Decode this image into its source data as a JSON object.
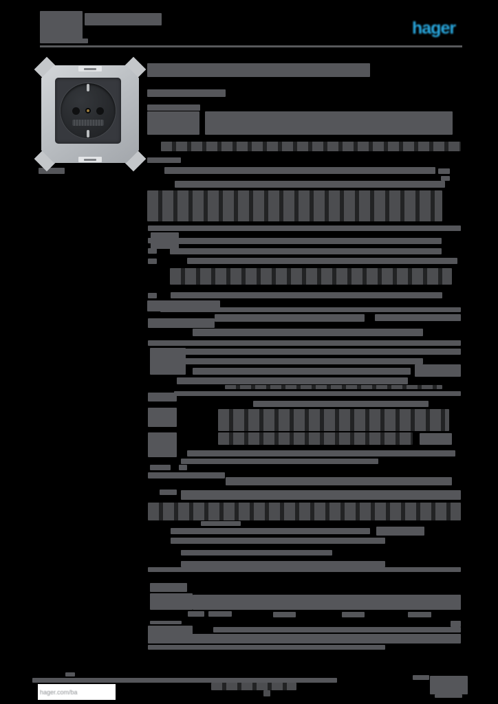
{
  "colors": {
    "background": "#000000",
    "redaction": "#55565A",
    "redaction_soft": "#4C4D50",
    "rule": "#58595B",
    "accent": "#29A9E0",
    "link_color": "#8F9295"
  },
  "header": {
    "logo_text": "hager"
  },
  "footer": {
    "link_text": "hager.com/ba"
  },
  "redactions": {
    "bars": [
      [
        58,
        16,
        62,
        43,
        1
      ],
      [
        123,
        19,
        112,
        18,
        1
      ],
      [
        58,
        56,
        70,
        7,
        1
      ],
      [
        56,
        244,
        38,
        9,
        1
      ],
      [
        214,
        92,
        324,
        20,
        1
      ],
      [
        214,
        130,
        114,
        11,
        1
      ],
      [
        214,
        152,
        77,
        9,
        1
      ],
      [
        214,
        162,
        76,
        34,
        1
      ],
      [
        298,
        162,
        360,
        34,
        1
      ],
      [
        234,
        206,
        436,
        14,
        2
      ],
      [
        214,
        229,
        49,
        8,
        1
      ],
      [
        239,
        243,
        394,
        10,
        1
      ],
      [
        637,
        245,
        17,
        8,
        1
      ],
      [
        641,
        256,
        13,
        7,
        1
      ],
      [
        254,
        263,
        393,
        10,
        1
      ],
      [
        214,
        277,
        429,
        45,
        2
      ],
      [
        215,
        328,
        455,
        8,
        1
      ],
      [
        219,
        338,
        41,
        24,
        1
      ],
      [
        215,
        346,
        13,
        8,
        1
      ],
      [
        247,
        346,
        395,
        9,
        1
      ],
      [
        215,
        361,
        13,
        8,
        1
      ],
      [
        247,
        361,
        395,
        9,
        1
      ],
      [
        215,
        376,
        13,
        8,
        1
      ],
      [
        272,
        375,
        393,
        9,
        1
      ],
      [
        247,
        390,
        410,
        24,
        2
      ],
      [
        215,
        426,
        13,
        8,
        1
      ],
      [
        248,
        425,
        395,
        9,
        1
      ],
      [
        214,
        437,
        106,
        16,
        1
      ],
      [
        233,
        447,
        437,
        7,
        1
      ],
      [
        312,
        457,
        218,
        11,
        1
      ],
      [
        545,
        457,
        125,
        10,
        1
      ],
      [
        215,
        463,
        97,
        14,
        1
      ],
      [
        280,
        478,
        335,
        11,
        1
      ],
      [
        215,
        495,
        455,
        8,
        1
      ],
      [
        218,
        506,
        52,
        39,
        1
      ],
      [
        265,
        507,
        405,
        9,
        1
      ],
      [
        265,
        521,
        350,
        9,
        1
      ],
      [
        280,
        535,
        317,
        10,
        1
      ],
      [
        603,
        530,
        67,
        18,
        1
      ],
      [
        257,
        549,
        336,
        10,
        1
      ],
      [
        327,
        560,
        316,
        6,
        2
      ],
      [
        253,
        569,
        417,
        7,
        1
      ],
      [
        215,
        571,
        42,
        13,
        1
      ],
      [
        215,
        593,
        42,
        28,
        1
      ],
      [
        215,
        629,
        42,
        36,
        1
      ],
      [
        368,
        583,
        255,
        9,
        1
      ],
      [
        317,
        595,
        336,
        32,
        2
      ],
      [
        317,
        629,
        283,
        18,
        2
      ],
      [
        610,
        630,
        47,
        17,
        1
      ],
      [
        272,
        655,
        390,
        9,
        1
      ],
      [
        263,
        667,
        287,
        8,
        1
      ],
      [
        218,
        676,
        30,
        8,
        1
      ],
      [
        260,
        676,
        12,
        8,
        1
      ],
      [
        215,
        687,
        112,
        9,
        1
      ],
      [
        328,
        694,
        329,
        12,
        1
      ],
      [
        232,
        712,
        25,
        8,
        1
      ],
      [
        263,
        713,
        407,
        14,
        1
      ],
      [
        215,
        731,
        455,
        26,
        2
      ],
      [
        292,
        758,
        58,
        7,
        1
      ],
      [
        248,
        768,
        290,
        9,
        1
      ],
      [
        547,
        766,
        70,
        13,
        1
      ],
      [
        248,
        782,
        312,
        9,
        1
      ],
      [
        263,
        800,
        220,
        8,
        1
      ],
      [
        263,
        816,
        297,
        9,
        1
      ],
      [
        215,
        825,
        455,
        7,
        1
      ],
      [
        218,
        848,
        54,
        13,
        1
      ],
      [
        218,
        863,
        62,
        24,
        1
      ],
      [
        280,
        865,
        390,
        22,
        1
      ],
      [
        273,
        889,
        24,
        8,
        1
      ],
      [
        303,
        889,
        34,
        8,
        1
      ],
      [
        397,
        890,
        33,
        8,
        1
      ],
      [
        497,
        890,
        33,
        8,
        1
      ],
      [
        593,
        890,
        34,
        8,
        1
      ],
      [
        655,
        903,
        15,
        9,
        1
      ],
      [
        218,
        903,
        46,
        5,
        1
      ],
      [
        215,
        910,
        65,
        14,
        1
      ],
      [
        310,
        912,
        360,
        8,
        1
      ],
      [
        215,
        922,
        455,
        14,
        1
      ],
      [
        215,
        938,
        345,
        7,
        1
      ],
      [
        95,
        978,
        14,
        6,
        1
      ],
      [
        47,
        986,
        443,
        7,
        1
      ],
      [
        307,
        993,
        124,
        11,
        2
      ],
      [
        383,
        1004,
        10,
        9,
        2
      ],
      [
        600,
        982,
        24,
        7,
        1
      ],
      [
        625,
        983,
        55,
        27,
        1
      ],
      [
        632,
        1010,
        40,
        5,
        1
      ]
    ]
  }
}
